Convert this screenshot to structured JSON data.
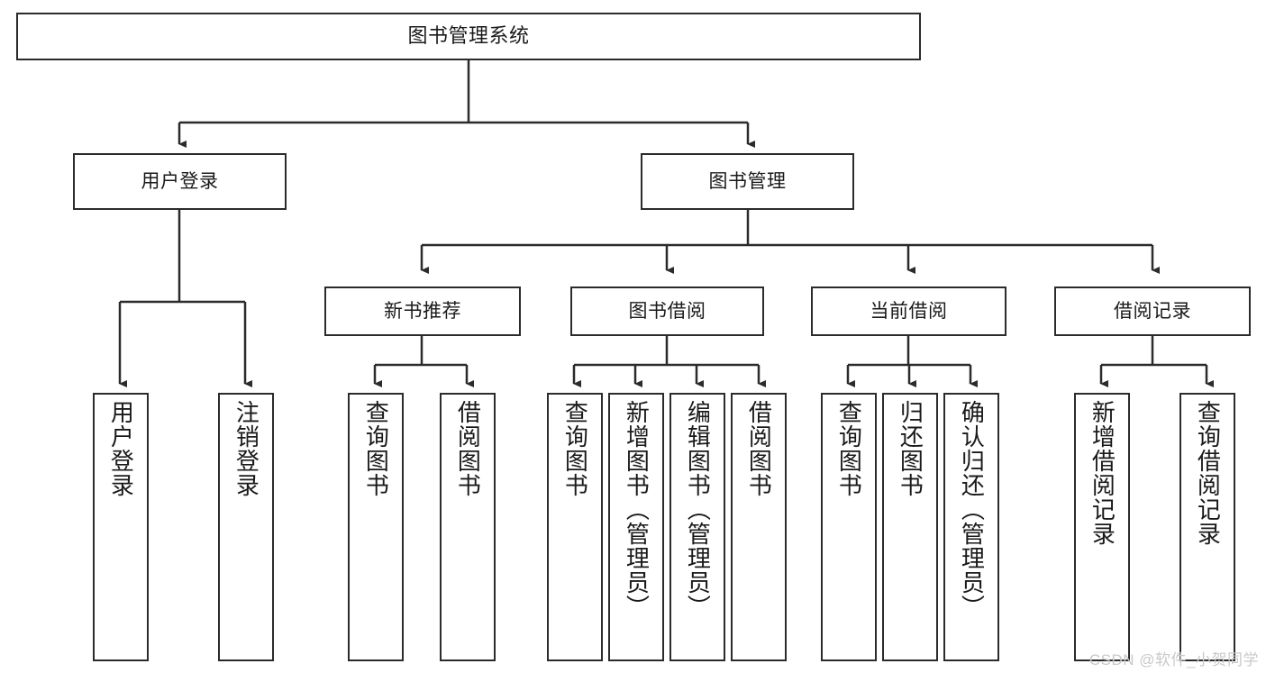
{
  "diagram": {
    "title": "图书管理系统",
    "type": "tree",
    "watermark": "CSDN @软件_小贺同学",
    "colors": {
      "background": "#ffffff",
      "node_border": "#2b2b2b",
      "node_fill": "#ffffff",
      "edge": "#2b2b2b",
      "text": "#1a1a1a",
      "watermark": "#c9c9c9"
    },
    "levels": {
      "root": {
        "label": "图书管理系统"
      },
      "level2": [
        {
          "id": "user-login",
          "label": "用户登录"
        },
        {
          "id": "book-manage",
          "label": "图书管理"
        }
      ],
      "level3": [
        {
          "id": "new-book-recommend",
          "label": "新书推荐",
          "parent": "book-manage"
        },
        {
          "id": "book-borrow",
          "label": "图书借阅",
          "parent": "book-manage"
        },
        {
          "id": "current-borrow",
          "label": "当前借阅",
          "parent": "book-manage"
        },
        {
          "id": "borrow-record",
          "label": "借阅记录",
          "parent": "book-manage"
        }
      ],
      "leaves": [
        {
          "id": "leaf-user-login",
          "label": "用户登录",
          "parent": "user-login"
        },
        {
          "id": "leaf-logout",
          "label": "注销登录",
          "parent": "user-login"
        },
        {
          "id": "leaf-query-book-1",
          "label": "查询图书",
          "parent": "new-book-recommend"
        },
        {
          "id": "leaf-borrow-book-1",
          "label": "借阅图书",
          "parent": "new-book-recommend"
        },
        {
          "id": "leaf-query-book-2",
          "label": "查询图书",
          "parent": "book-borrow"
        },
        {
          "id": "leaf-add-book",
          "label": "新增图书（管理员）",
          "parent": "book-borrow"
        },
        {
          "id": "leaf-edit-book",
          "label": "编辑图书（管理员）",
          "parent": "book-borrow"
        },
        {
          "id": "leaf-borrow-book-2",
          "label": "借阅图书",
          "parent": "book-borrow"
        },
        {
          "id": "leaf-query-book-3",
          "label": "查询图书",
          "parent": "current-borrow"
        },
        {
          "id": "leaf-return-book",
          "label": "归还图书",
          "parent": "current-borrow"
        },
        {
          "id": "leaf-confirm-return",
          "label": "确认归还（管理员）",
          "parent": "current-borrow"
        },
        {
          "id": "leaf-add-record",
          "label": "新增借阅记录",
          "parent": "borrow-record"
        },
        {
          "id": "leaf-query-record",
          "label": "查询借阅记录",
          "parent": "borrow-record"
        }
      ]
    }
  }
}
